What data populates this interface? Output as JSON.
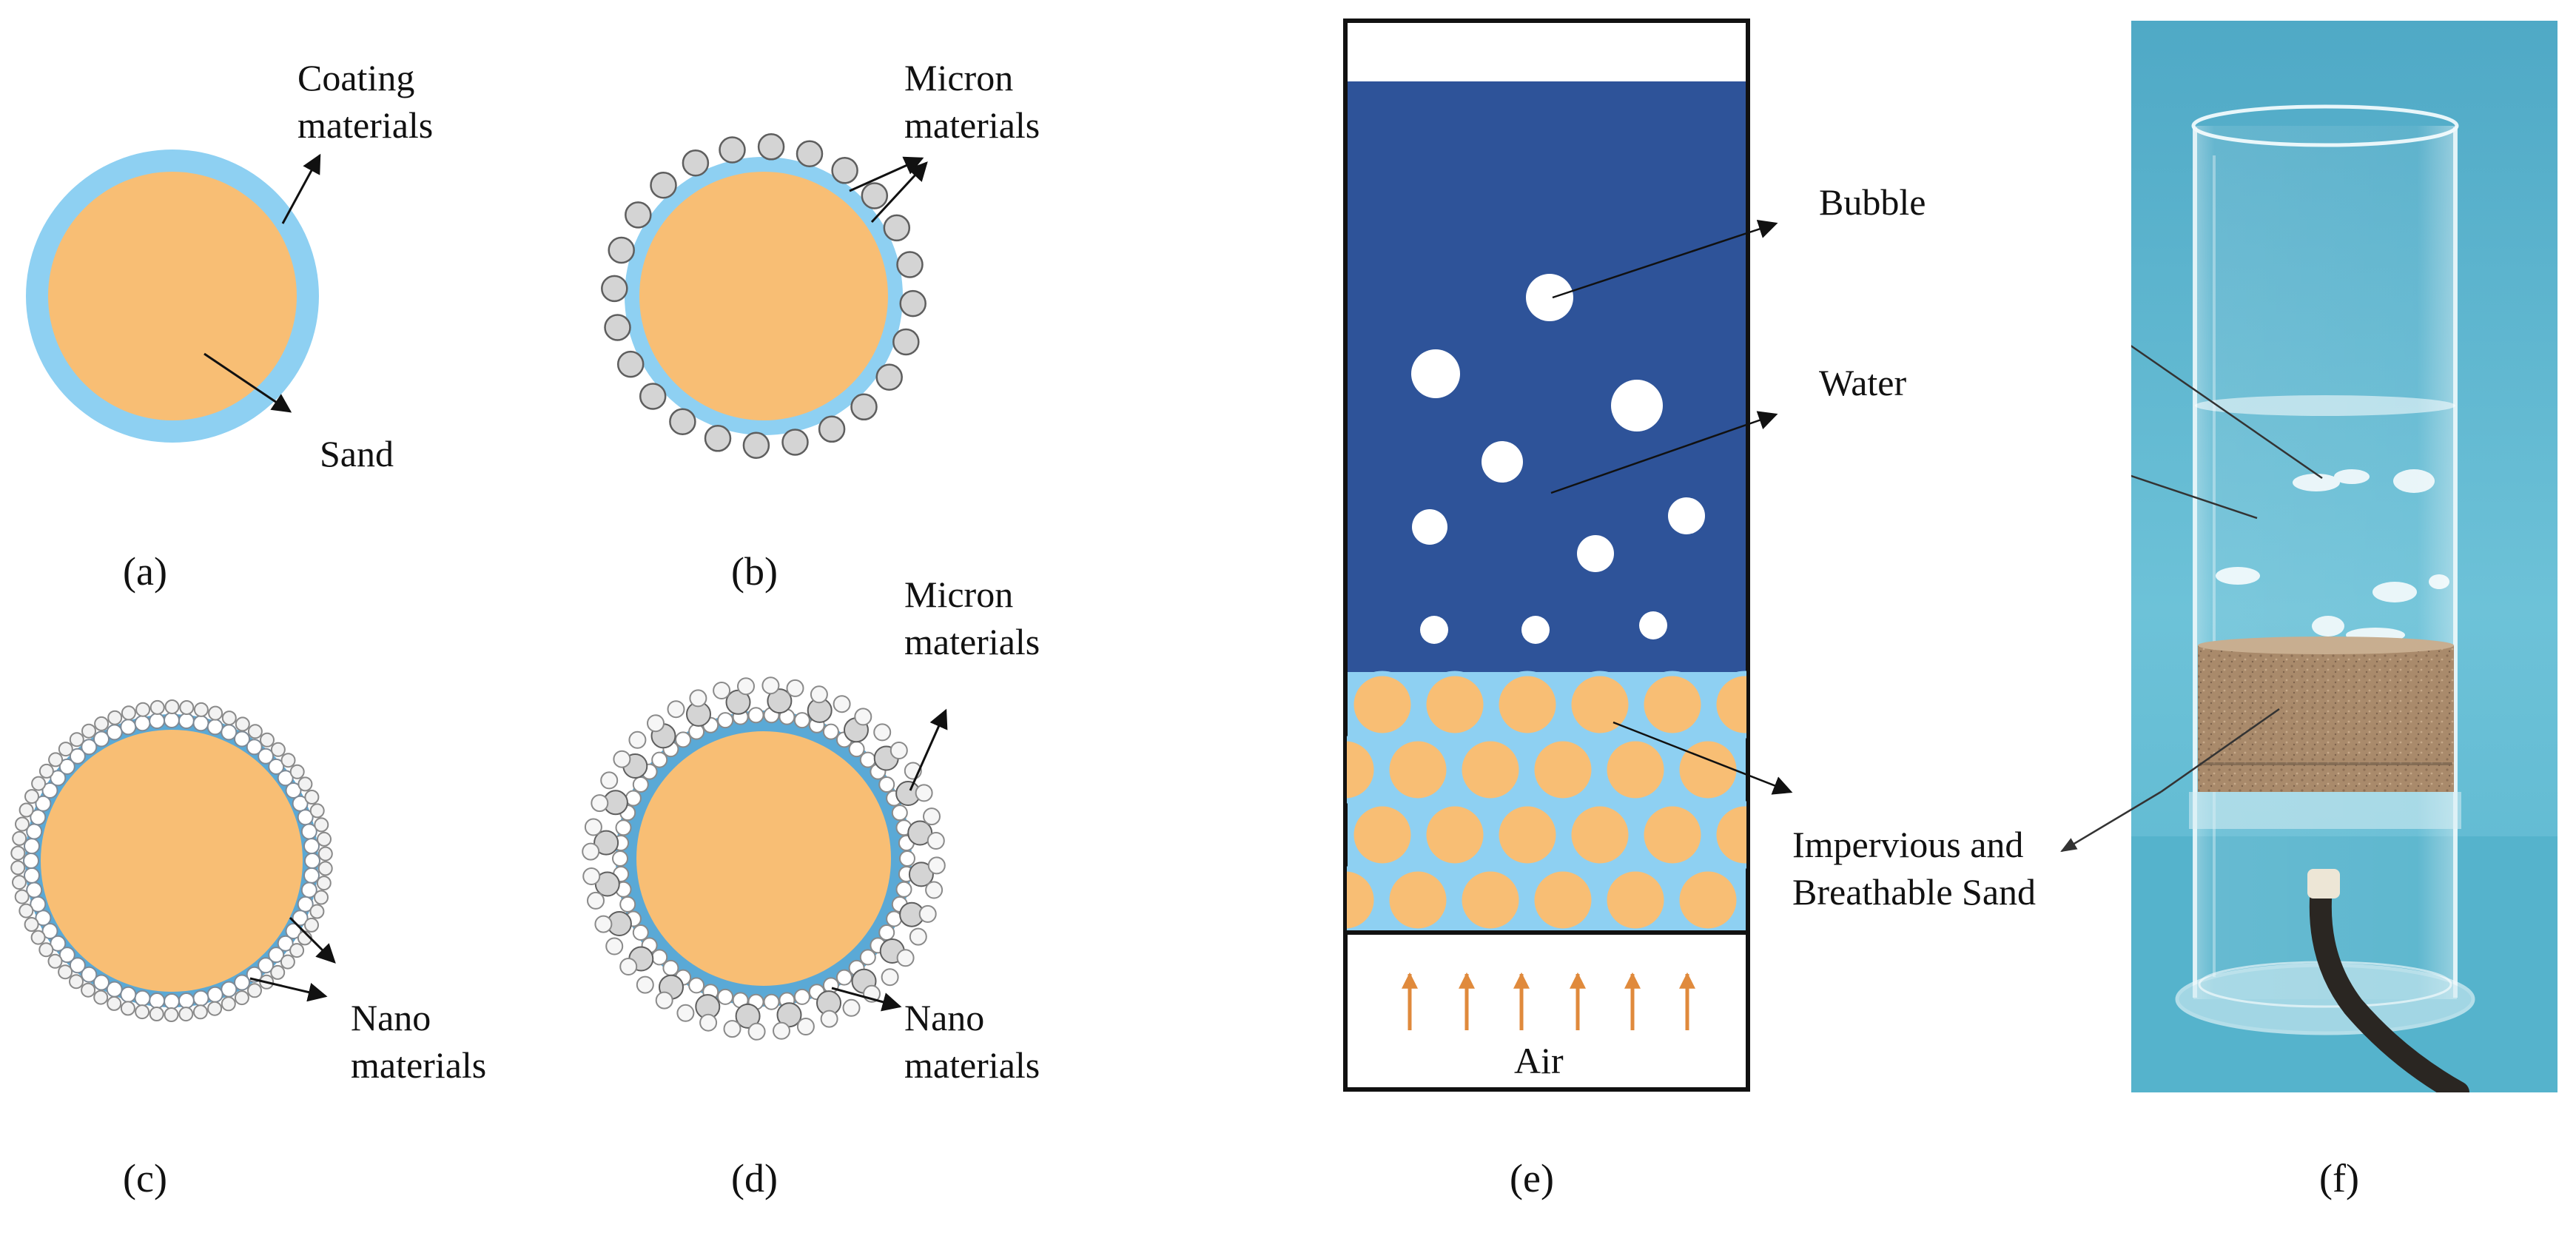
{
  "colors": {
    "sand": "#F8BE74",
    "coating": "#8ED0F2",
    "particle": "#D4D4D4",
    "particle_edge": "#5E5E5E",
    "water": "#2E5399",
    "bubble": "#FFFFFF",
    "air_arrow": "#E08A3C",
    "photo_background": "#5BB7CF"
  },
  "panel_a": {
    "caption": "(a)",
    "labels": {
      "coating_line1": "Coating",
      "coating_line2": "materials",
      "sand": "Sand"
    }
  },
  "panel_b": {
    "caption": "(b)",
    "labels": {
      "micron_line1": "Micron",
      "micron_line2": "materials"
    }
  },
  "panel_c": {
    "caption": "(c)",
    "labels": {
      "nano_line1": "Nano",
      "nano_line2": "materials"
    }
  },
  "panel_d": {
    "caption": "(d)",
    "labels": {
      "micron_line1": "Micron",
      "micron_line2": "materials",
      "nano_line1": "Nano",
      "nano_line2": "materials"
    }
  },
  "panel_e": {
    "caption": "(e)",
    "labels": {
      "bubble": "Bubble",
      "water": "Water",
      "sand_line1": "Impervious and",
      "sand_line2": "Breathable Sand",
      "air": "Air"
    }
  },
  "panel_f": {
    "caption": "(f)",
    "content": "photograph of a transparent cylinder with water above a sand layer and an air tube at the base"
  }
}
